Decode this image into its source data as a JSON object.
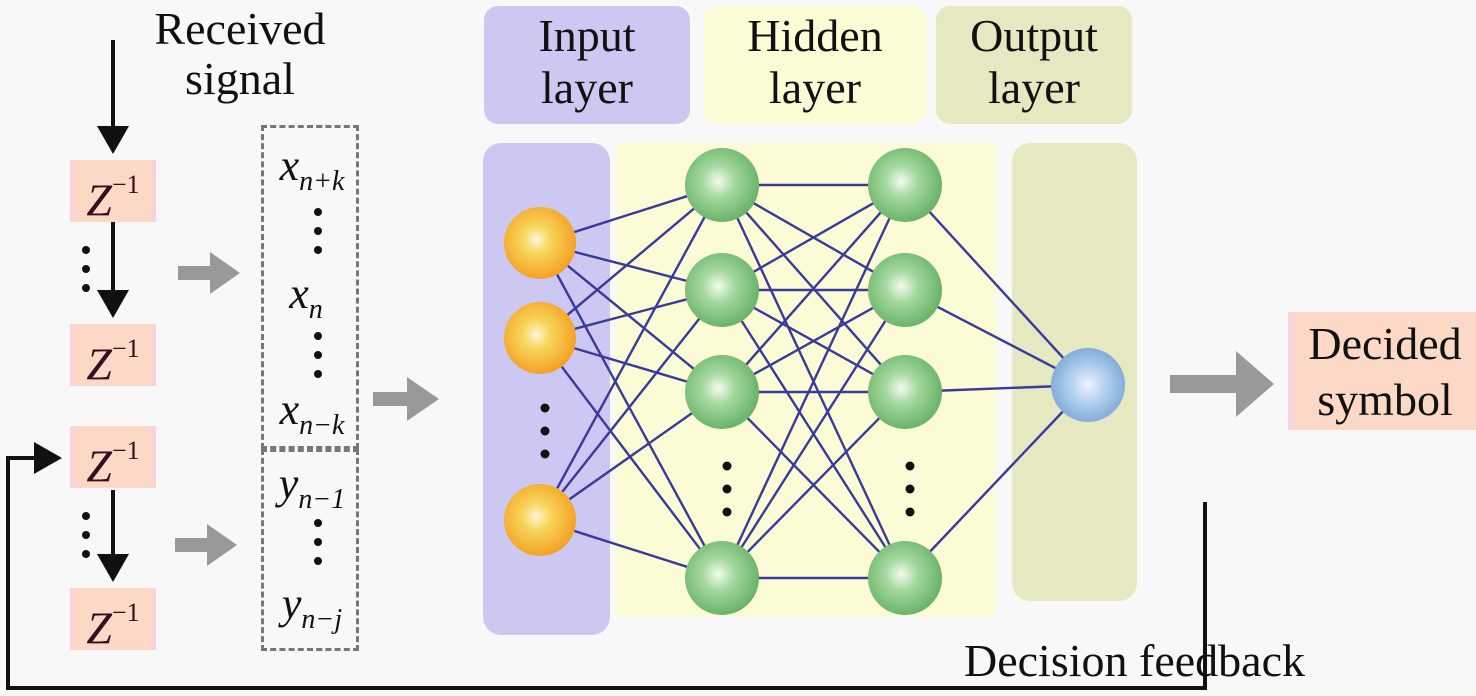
{
  "labels": {
    "received_signal": [
      "Received",
      "signal"
    ],
    "input_layer": [
      "Input",
      "layer"
    ],
    "hidden_layer": [
      "Hidden",
      "layer"
    ],
    "output_layer": [
      "Output",
      "layer"
    ],
    "decided_symbol": [
      "Decided",
      "symbol"
    ],
    "decision_feedback": "Decision feedback"
  },
  "delay_blocks": [
    {
      "base": "Z",
      "exp": "−1"
    },
    {
      "base": "Z",
      "exp": "−1"
    },
    {
      "base": "Z",
      "exp": "−1"
    },
    {
      "base": "Z",
      "exp": "−1"
    }
  ],
  "feedforward_taps": [
    {
      "base": "x",
      "sub": "n+k"
    },
    {
      "base": "x",
      "sub": "n"
    },
    {
      "base": "x",
      "sub": "n−k"
    }
  ],
  "feedback_taps": [
    {
      "base": "y",
      "sub": "n−1"
    },
    {
      "base": "y",
      "sub": "n−j"
    }
  ],
  "network": {
    "input_nodes_shown": 3,
    "hidden_layers": 2,
    "hidden_nodes_shown_per_layer": 4,
    "output_nodes": 1
  },
  "colors": {
    "input_panel": "#ccc8f2",
    "hidden_panel": "#fbfcd6",
    "output_panel": "#e6e8c2",
    "delay_block": "#fcd9c6",
    "input_node": "#f5a623",
    "hidden_node": "#7cc27a",
    "output_node": "#8fb6e0",
    "edge": "#3a3a9a",
    "block_arrow": "#999999"
  }
}
